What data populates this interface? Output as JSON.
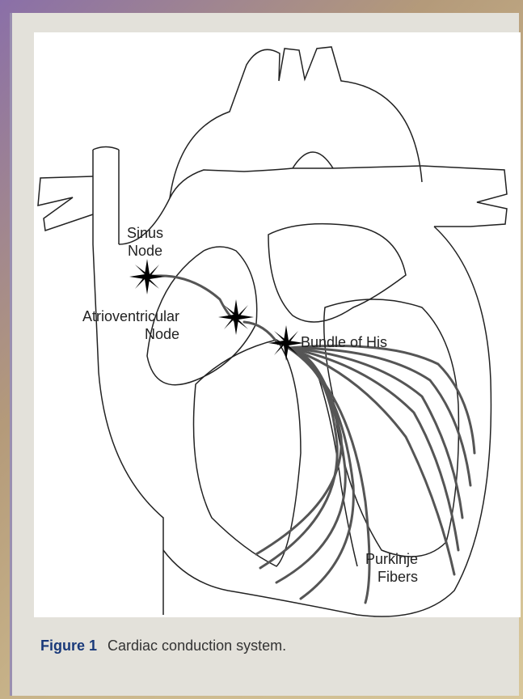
{
  "labels": {
    "sinus_node": "Sinus\nNode",
    "av_node": "Atrioventricular\nNode",
    "bundle_of_his": "Bundle of His",
    "purkinje_fibers": "Purkinje\nFibers"
  },
  "caption": {
    "figure_label": "Figure 1",
    "text": "Cardiac conduction system."
  },
  "colors": {
    "outline": "#222222",
    "conduction_path": "#555555",
    "node_burst": "#000000",
    "caption_label": "#1a3a7a"
  }
}
